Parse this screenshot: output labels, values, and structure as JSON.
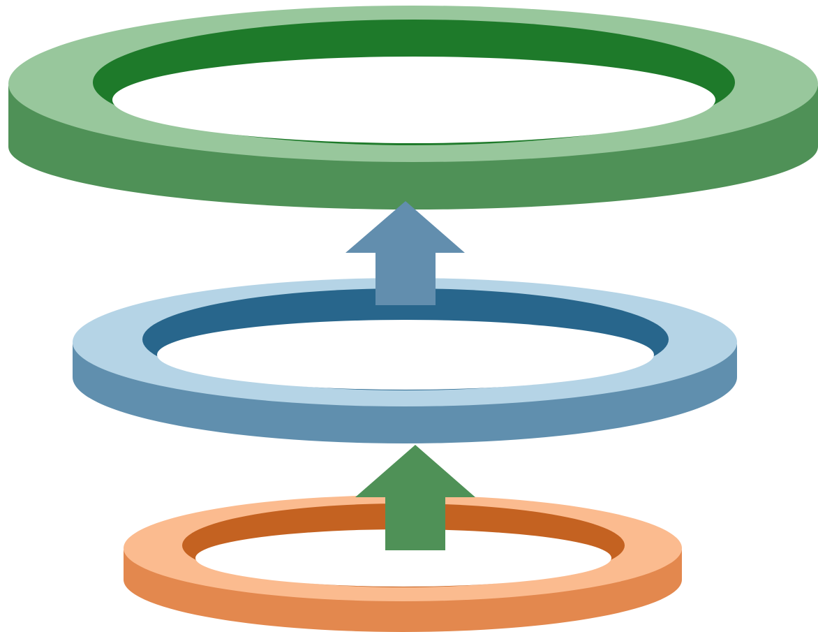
{
  "diagram": {
    "rings": [
      {
        "id": "top",
        "top_color": "#98c79c",
        "inner_color": "#1e7a2a",
        "side_color": "#4f9157"
      },
      {
        "id": "middle",
        "top_color": "#b5d4e6",
        "inner_color": "#28668c",
        "side_color": "#608fae"
      },
      {
        "id": "bottom",
        "top_color": "#fbbb8f",
        "inner_color": "#c46221",
        "side_color": "#e3884e"
      }
    ],
    "arrows": [
      {
        "id": "middle-to-top",
        "direction": "up",
        "color": "#628eae"
      },
      {
        "id": "bottom-to-middle",
        "direction": "up",
        "color": "#4f9157"
      }
    ]
  }
}
